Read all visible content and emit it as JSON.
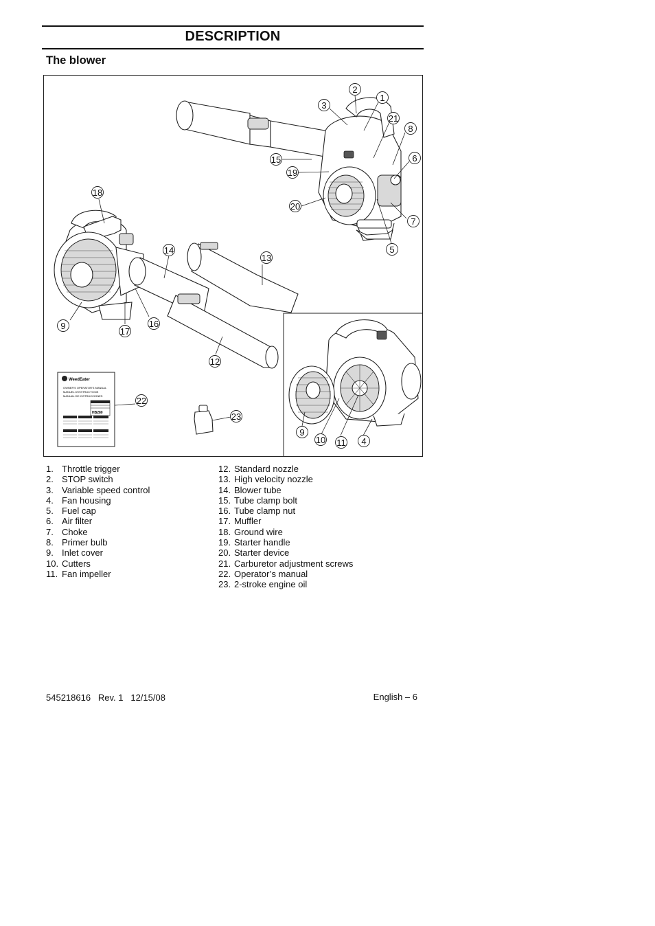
{
  "heading": "DESCRIPTION",
  "subheading": "The blower",
  "figure": {
    "callouts": [
      "1",
      "2",
      "3",
      "4",
      "5",
      "6",
      "7",
      "8",
      "9",
      "10",
      "11",
      "12",
      "13",
      "14",
      "15",
      "16",
      "17",
      "18",
      "19",
      "20",
      "21",
      "22",
      "23"
    ],
    "manual_cover": {
      "brand": "WeedEater",
      "lines": [
        "OWNER'S OPERATOR'S MANUAL",
        "MANUEL D'INSTRUCTIONS",
        "MANUAL DE INSTRUCCIONES"
      ],
      "model": "HB280"
    }
  },
  "legend_left": [
    {
      "num": "1.",
      "label": "Throttle trigger"
    },
    {
      "num": "2.",
      "label": "STOP switch"
    },
    {
      "num": "3.",
      "label": "Variable speed control"
    },
    {
      "num": "4.",
      "label": "Fan housing"
    },
    {
      "num": "5.",
      "label": "Fuel cap"
    },
    {
      "num": "6.",
      "label": "Air filter"
    },
    {
      "num": "7.",
      "label": "Choke"
    },
    {
      "num": "8.",
      "label": "Primer bulb"
    },
    {
      "num": "9.",
      "label": "Inlet cover"
    },
    {
      "num": "10.",
      "label": "Cutters"
    },
    {
      "num": "11.",
      "label": "Fan impeller"
    }
  ],
  "legend_right": [
    {
      "num": "12.",
      "label": "Standard nozzle"
    },
    {
      "num": "13.",
      "label": "High velocity nozzle"
    },
    {
      "num": "14.",
      "label": "Blower tube"
    },
    {
      "num": "15.",
      "label": "Tube clamp bolt"
    },
    {
      "num": "16.",
      "label": "Tube clamp nut"
    },
    {
      "num": "17.",
      "label": "Muffler"
    },
    {
      "num": "18.",
      "label": "Ground wire"
    },
    {
      "num": "19.",
      "label": "Starter handle"
    },
    {
      "num": "20.",
      "label": "Starter device"
    },
    {
      "num": "21.",
      "label": "Carburetor adjustment screws"
    },
    {
      "num": "22.",
      "label": "Operator’s manual"
    },
    {
      "num": "23.",
      "label": "2-stroke engine oil"
    }
  ],
  "footer": {
    "doc_number": "545218616   Rev. 1   12/15/08",
    "page": "English – 6"
  }
}
